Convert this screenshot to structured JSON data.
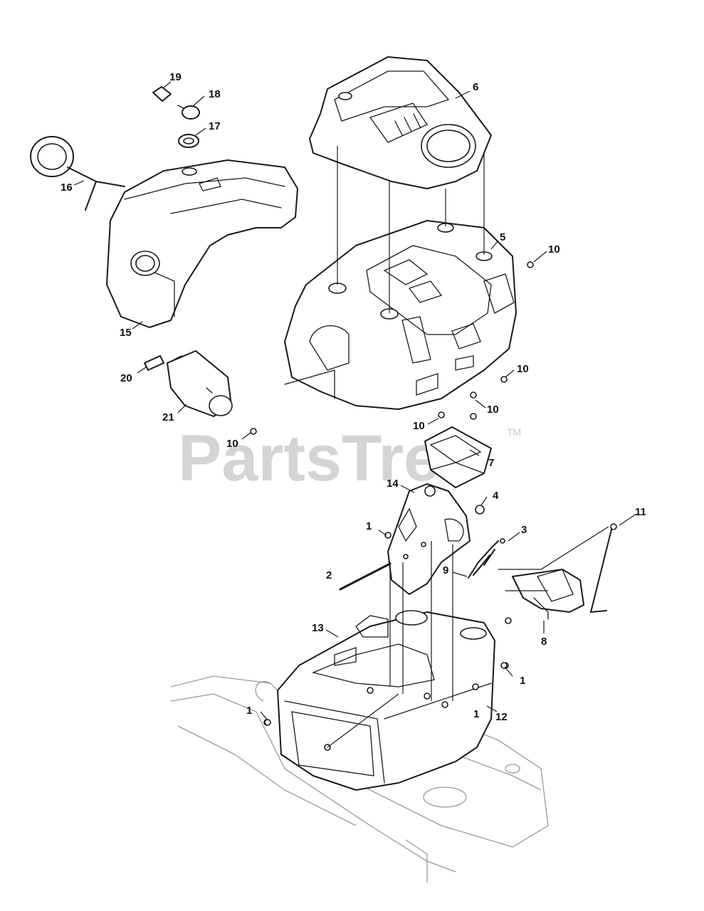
{
  "watermark": {
    "brand": "PartsTree",
    "trademark": "TM",
    "color": "#d4d4d4"
  },
  "callouts": [
    "1",
    "1",
    "1",
    "1",
    "2",
    "3",
    "4",
    "5",
    "6",
    "7",
    "8",
    "9",
    "10",
    "10",
    "10",
    "10",
    "10",
    "11",
    "12",
    "13",
    "14",
    "15",
    "16",
    "17",
    "18",
    "19",
    "20",
    "21"
  ]
}
